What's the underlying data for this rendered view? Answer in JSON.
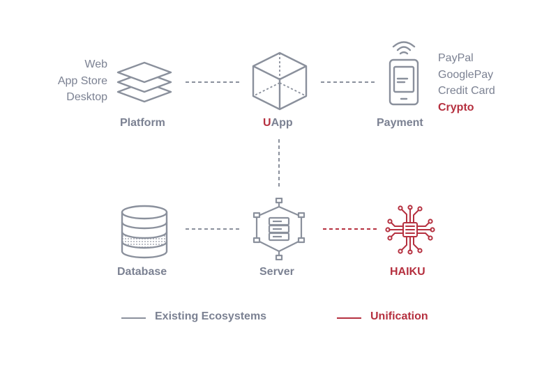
{
  "colors": {
    "gray": "#7b8192",
    "red": "#b5303f",
    "icon_gray": "#8a909c"
  },
  "nodes": {
    "platform": {
      "label": "Platform",
      "icon": "layers-icon"
    },
    "uapp": {
      "label_prefix": "U",
      "label_rest": "App",
      "icon": "cube-icon"
    },
    "payment": {
      "label": "Payment",
      "icon": "phone-nfc-icon"
    },
    "database": {
      "label": "Database",
      "icon": "database-icon"
    },
    "server": {
      "label": "Server",
      "icon": "server-network-icon"
    },
    "haiku": {
      "label": "HAIKU",
      "icon": "circuit-chip-icon"
    }
  },
  "platform_list": [
    "Web",
    "App Store",
    "Desktop"
  ],
  "payment_list": [
    "PayPal",
    "GooglePay",
    "Credit Card",
    "Crypto"
  ],
  "legend": {
    "existing": "Existing Ecosystems",
    "unification": "Unification"
  }
}
